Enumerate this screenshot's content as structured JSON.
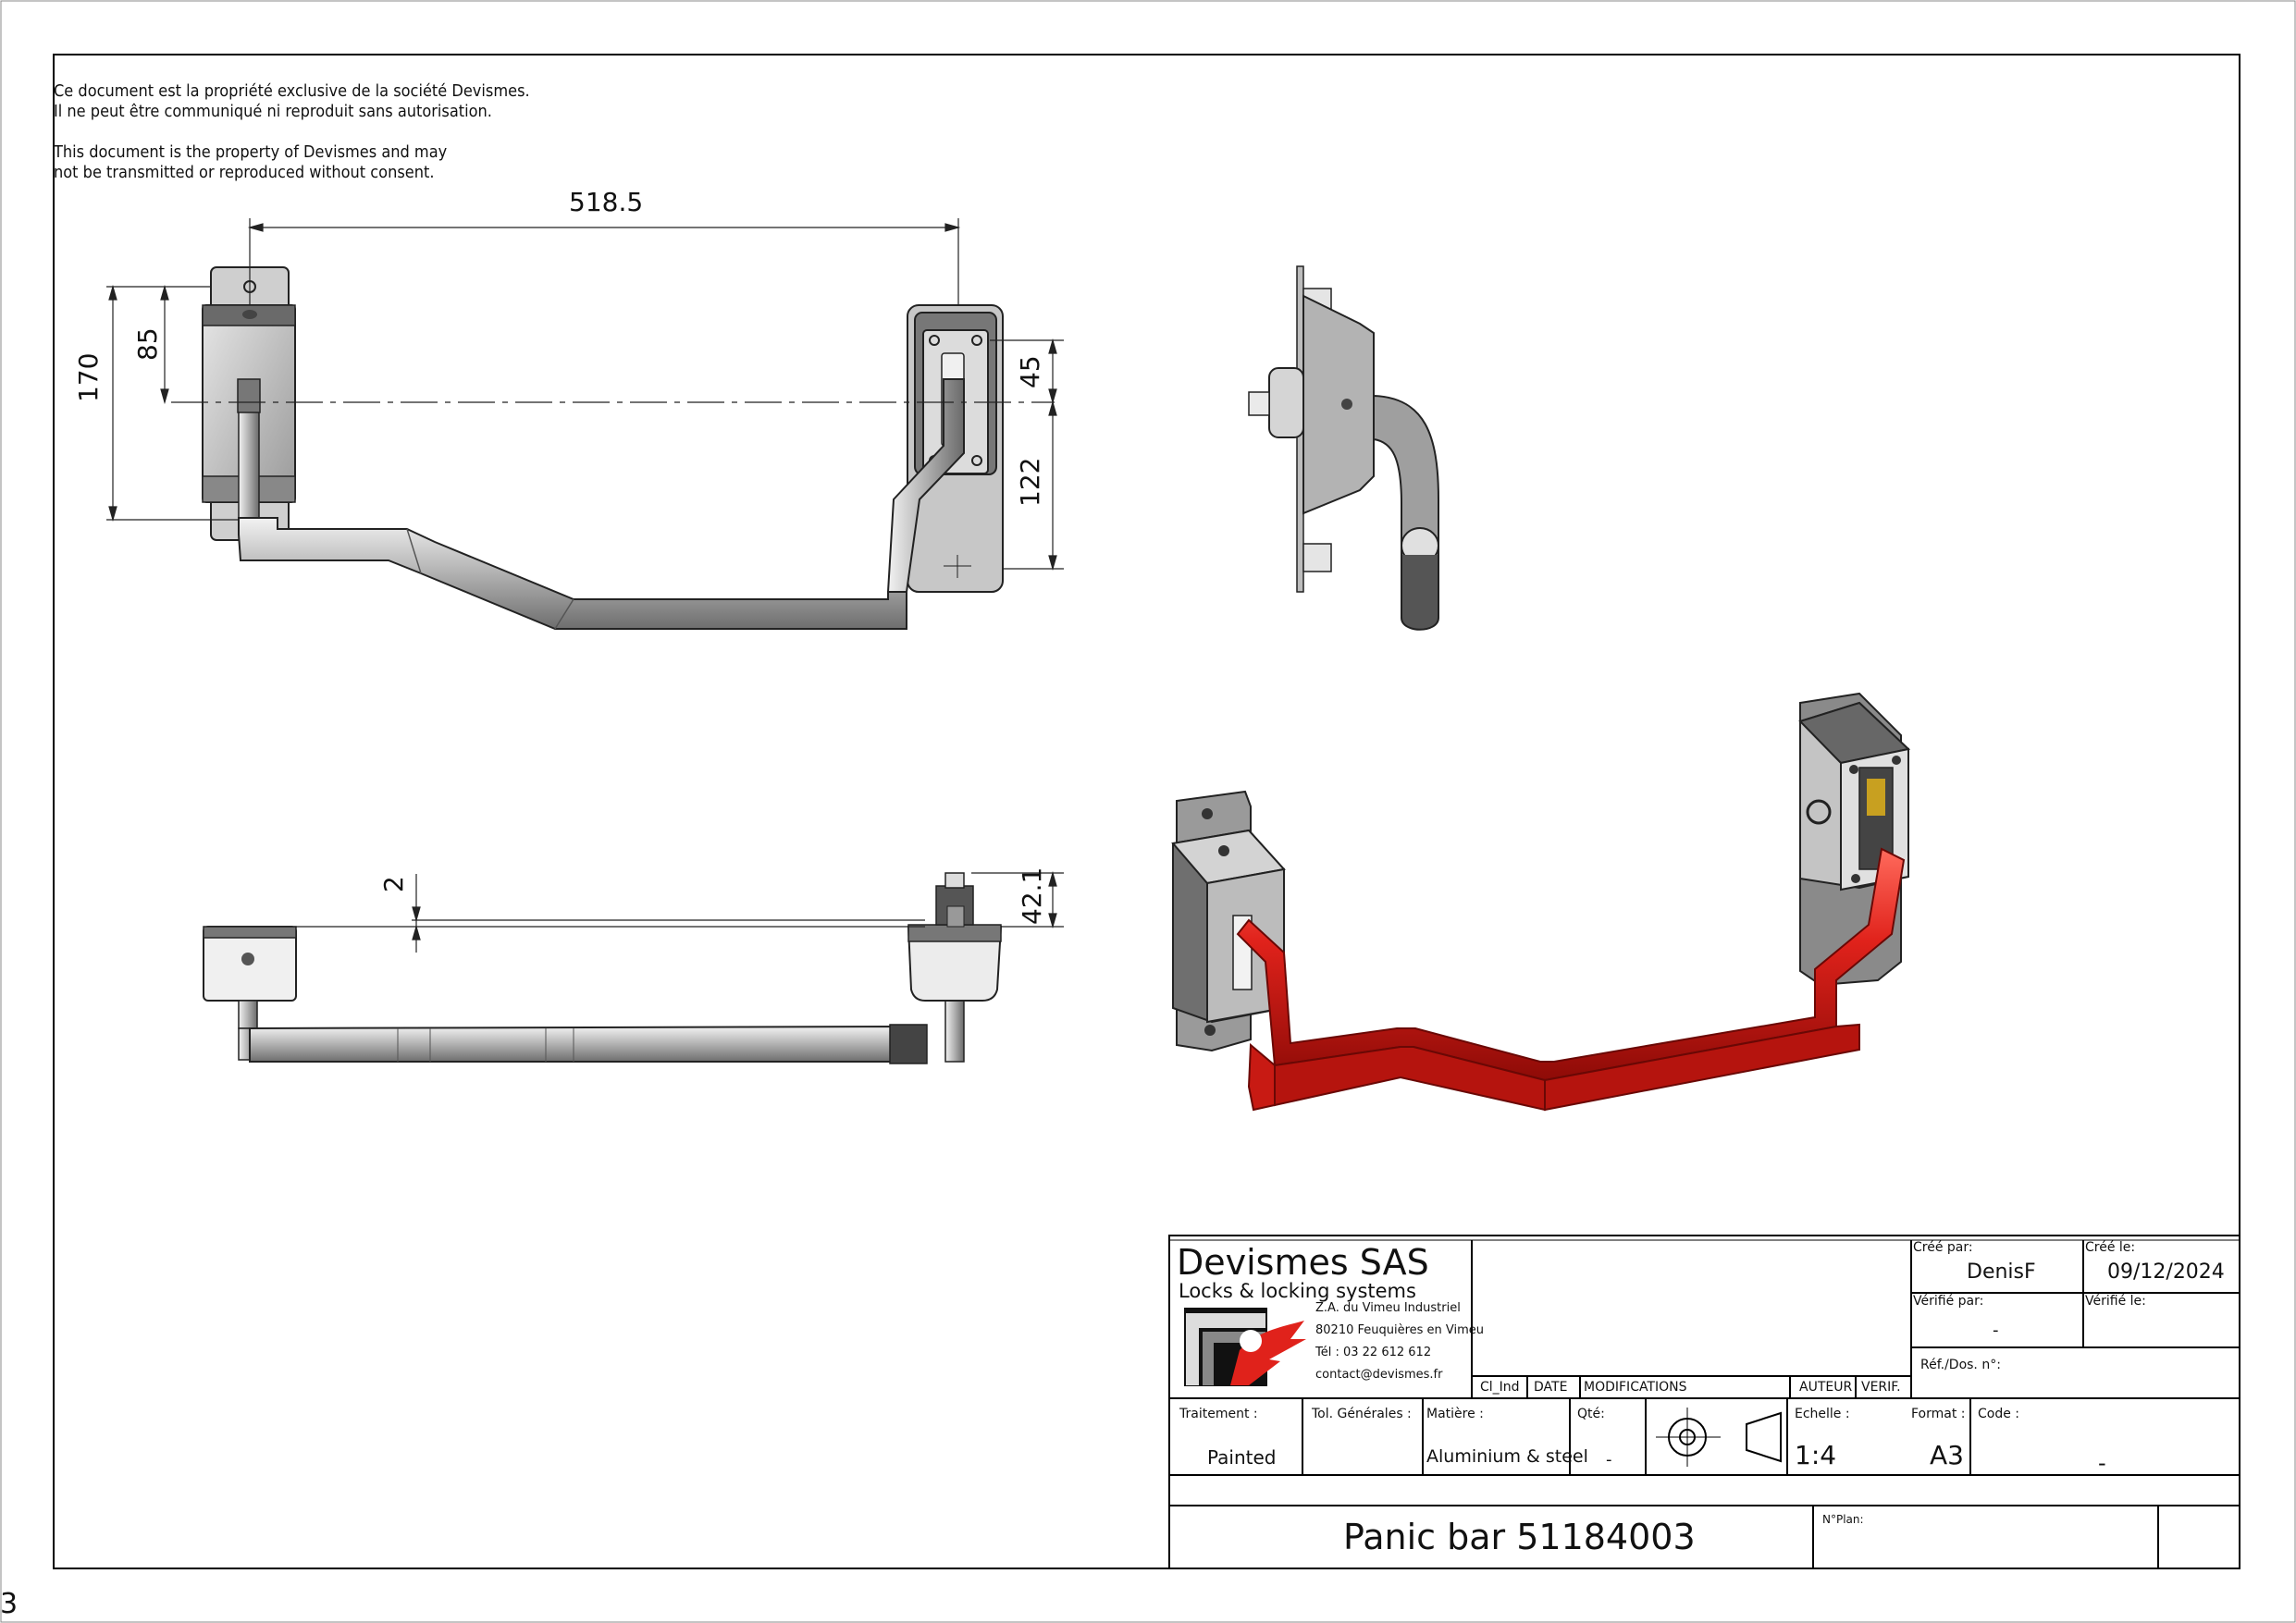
{
  "notice": {
    "fr_line1": "Ce document est la propriété exclusive de la société Devismes.",
    "fr_line2": "Il ne peut être communiqué ni reproduit sans autorisation.",
    "en_line1": "This document is the property of Devismes and may",
    "en_line2": "not be transmitted or reproduced without consent."
  },
  "dimensions": {
    "width": "518.5",
    "height_170": "170",
    "height_85": "85",
    "right_45": "45",
    "right_122": "122",
    "gap_2": "2",
    "depth_42_1": "42.1"
  },
  "corner_mark": "3",
  "title_block": {
    "company": "Devismes SAS",
    "tagline": "Locks & locking systems",
    "address1": "Z.A. du Vimeu Industriel",
    "address2": "80210 Feuquières en Vimeu",
    "phone": "Tél : 03 22 612 612",
    "email": "contact@devismes.fr",
    "rev_headers": {
      "ci": "Cl_Ind",
      "date": "DATE",
      "modifications": "MODIFICATIONS",
      "author": "AUTEUR",
      "verif": "VERIF."
    },
    "created_by_label": "Créé par:",
    "created_by": "DenisF",
    "created_on_label": "Créé le:",
    "created_on": "09/12/2024",
    "verified_by_label": "Vérifié par:",
    "verified_by": "-",
    "verified_on_label": "Vérifié le:",
    "ref_label": "Réf./Dos. n°:",
    "treatment_label": "Traitement :",
    "treatment": "Painted",
    "tolerances_label": "Tol. Générales :",
    "material_label": "Matière :",
    "material": "Aluminium & steel",
    "qty_label": "Qté:",
    "qty": "-",
    "scale_label": "Echelle :",
    "scale": "1:4",
    "format_label": "Format :",
    "format": "A3",
    "code_label": "Code :",
    "code": "-",
    "title": "Panic bar 51184003",
    "plan_label": "N°Plan:"
  },
  "colors": {
    "bar_red": "#e0221b",
    "metal_light": "#d9d9d9",
    "metal_mid": "#a9a9a9",
    "metal_dark": "#555555"
  }
}
